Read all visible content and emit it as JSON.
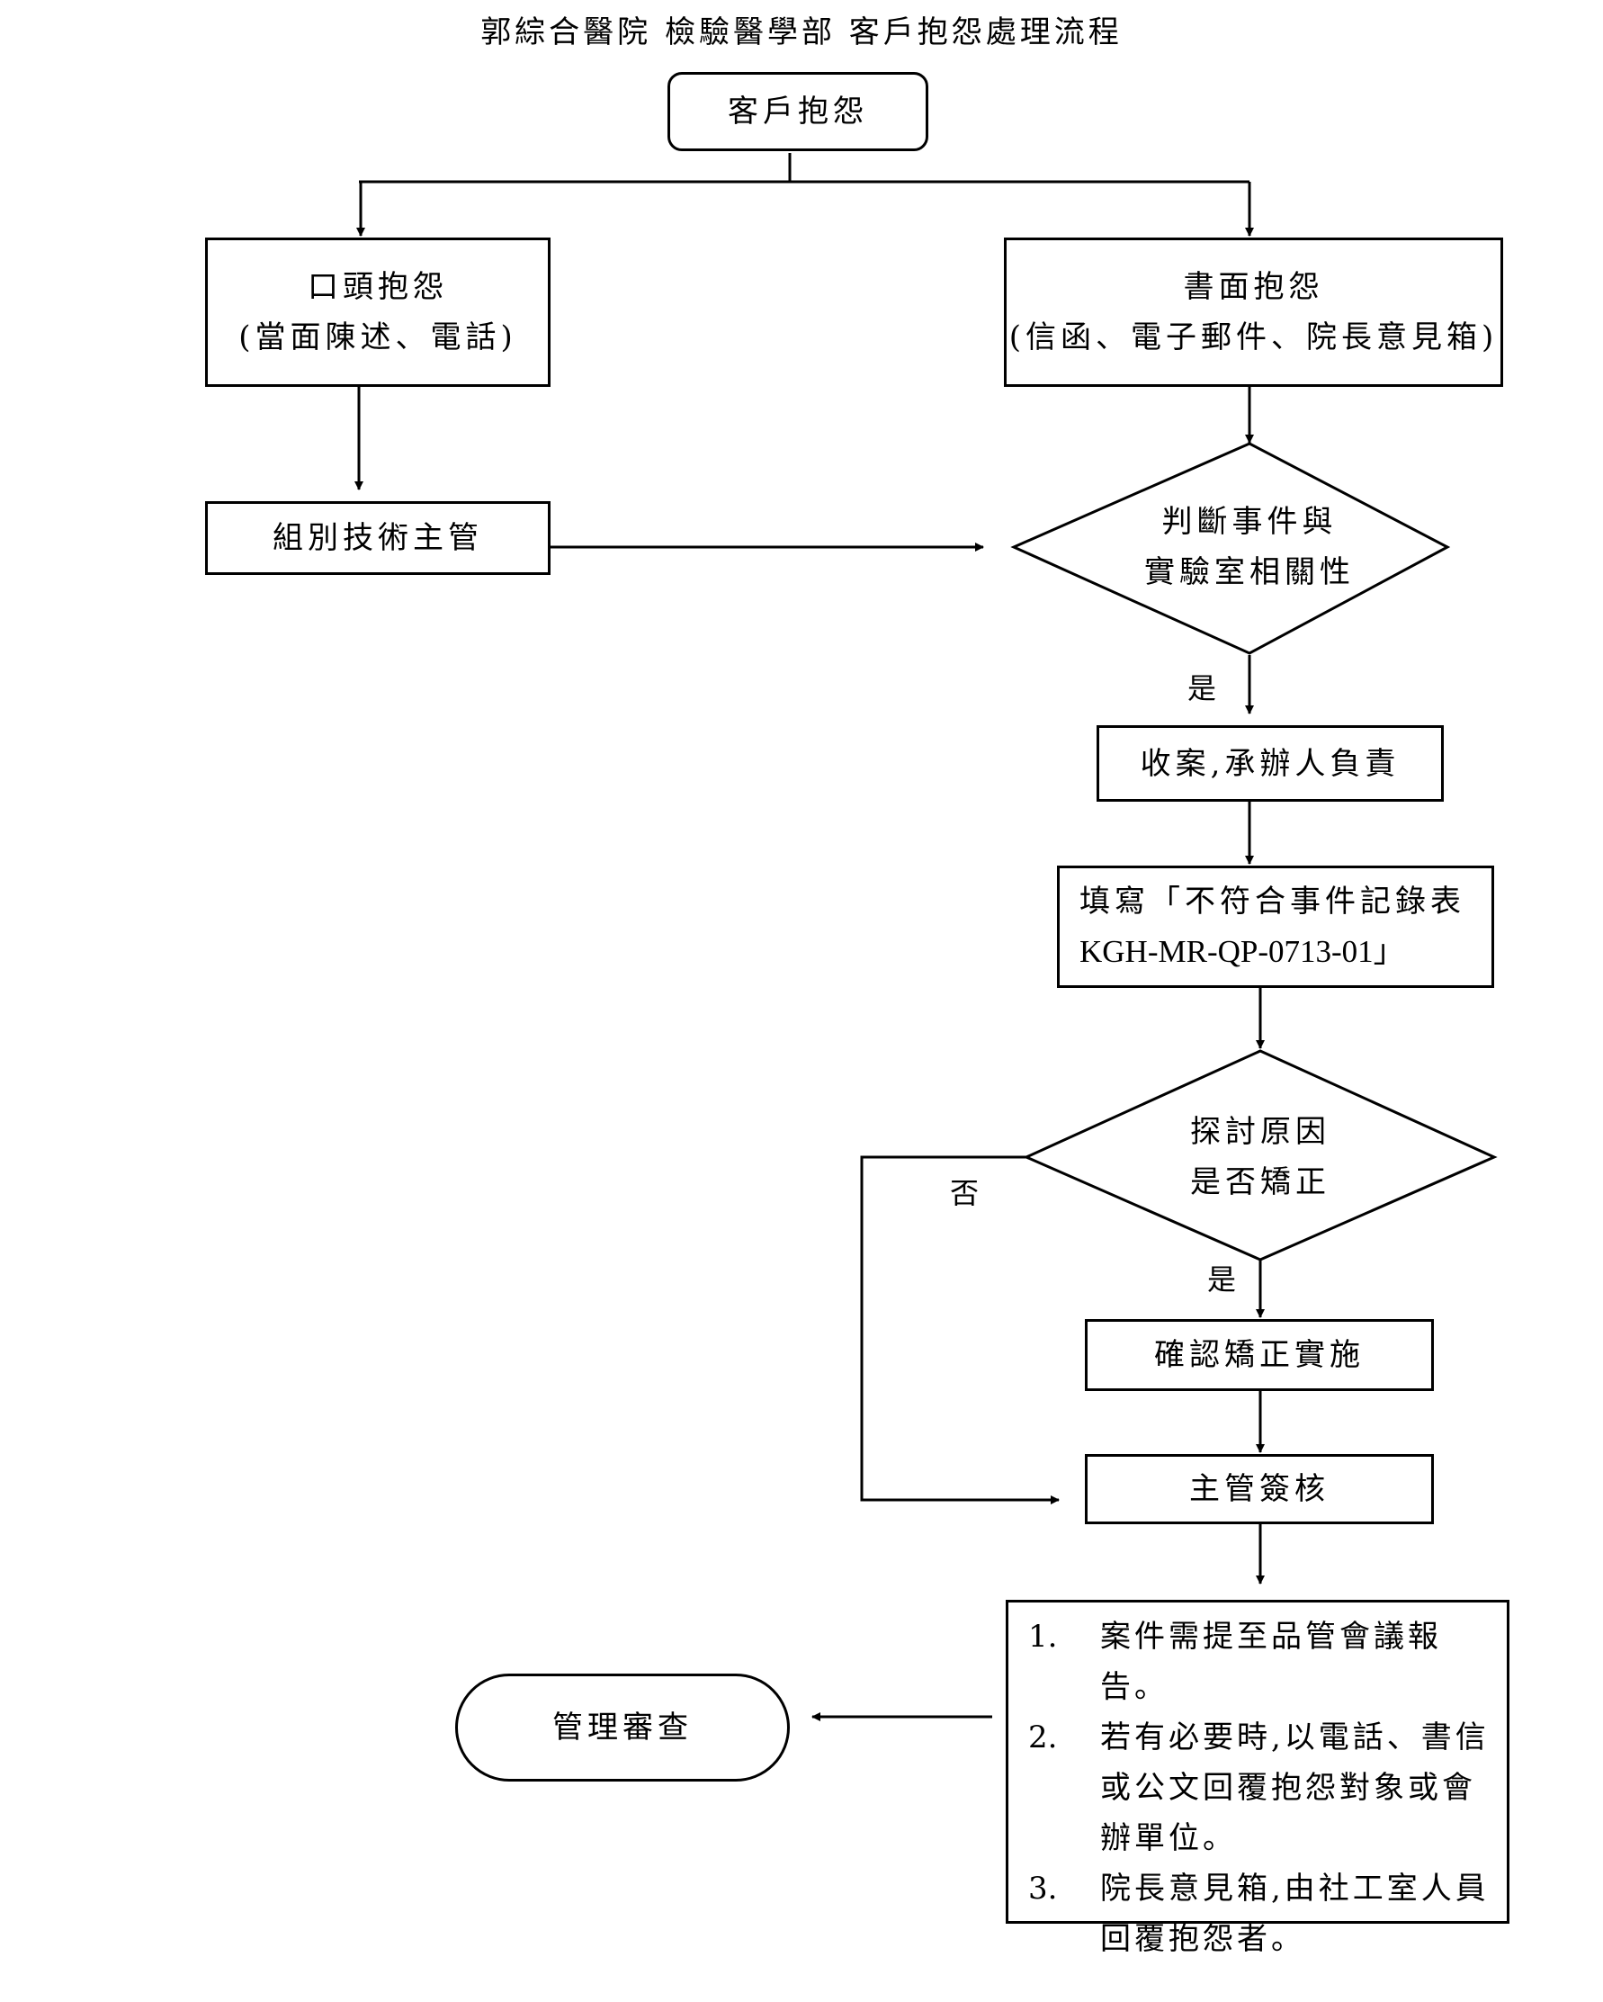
{
  "title": "郭綜合醫院 檢驗醫學部 客戶抱怨處理流程",
  "nodes": {
    "start": "客戶抱怨",
    "verbal": {
      "line1": "口頭抱怨",
      "line2": "(當面陳述、電話)"
    },
    "written": {
      "line1": "書面抱怨",
      "line2": "(信函、電子郵件、院長意見箱)"
    },
    "supervisor": "組別技術主管",
    "decision1": {
      "line1": "判斷事件與",
      "line2": "實驗室相關性"
    },
    "accept": "收案,承辦人負責",
    "record": {
      "line1": "填寫「不符合事件記錄表",
      "line2": "KGH-MR-QP-0713-01」"
    },
    "decision2": {
      "line1": "探討原因",
      "line2": "是否矯正"
    },
    "confirm": "確認矯正實施",
    "approve": "主管簽核",
    "review": "管理審查"
  },
  "labels": {
    "yes1": "是",
    "yes2": "是",
    "no": "否"
  },
  "notes": [
    {
      "num": "1.",
      "text": "案件需提至品管會議報告。"
    },
    {
      "num": "2.",
      "text": "若有必要時,以電話、書信或公文回覆抱怨對象或會辦單位。"
    },
    {
      "num": "3.",
      "text": "院長意見箱,由社工室人員回覆抱怨者。"
    }
  ]
}
